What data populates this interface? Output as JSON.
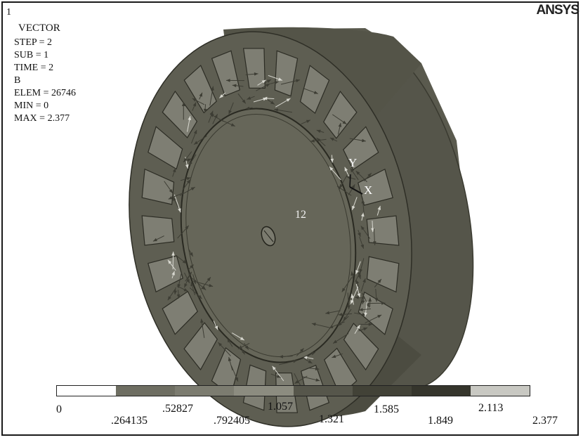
{
  "window_number": "1",
  "info": {
    "title": "VECTOR",
    "lines": [
      "STEP = 2",
      "SUB = 1",
      "TIME = 2",
      "B",
      "ELEM = 26746",
      "MIN = 0",
      "MAX = 2.377"
    ]
  },
  "logo": "ANSYS",
  "triad": {
    "y": "Y",
    "x": "X"
  },
  "node_label": "12",
  "legend": {
    "colors": [
      "#ffffff",
      "#6e6e62",
      "#7c7c70",
      "#8c8c80",
      "#56564b",
      "#424237",
      "#35352c",
      "#c8c8c2"
    ],
    "labels": [
      "0",
      ".264135",
      ".52827",
      ".792405",
      "1.057",
      "1.321",
      "1.585",
      "1.849",
      "2.113",
      "2.377"
    ]
  },
  "colors": {
    "face": "#5e5e52",
    "rim": "#56564a",
    "dark": "#2c2c24",
    "slot": "#7e7e73",
    "arrow": "#3d3d34",
    "highlight": "#d8d8d0"
  }
}
